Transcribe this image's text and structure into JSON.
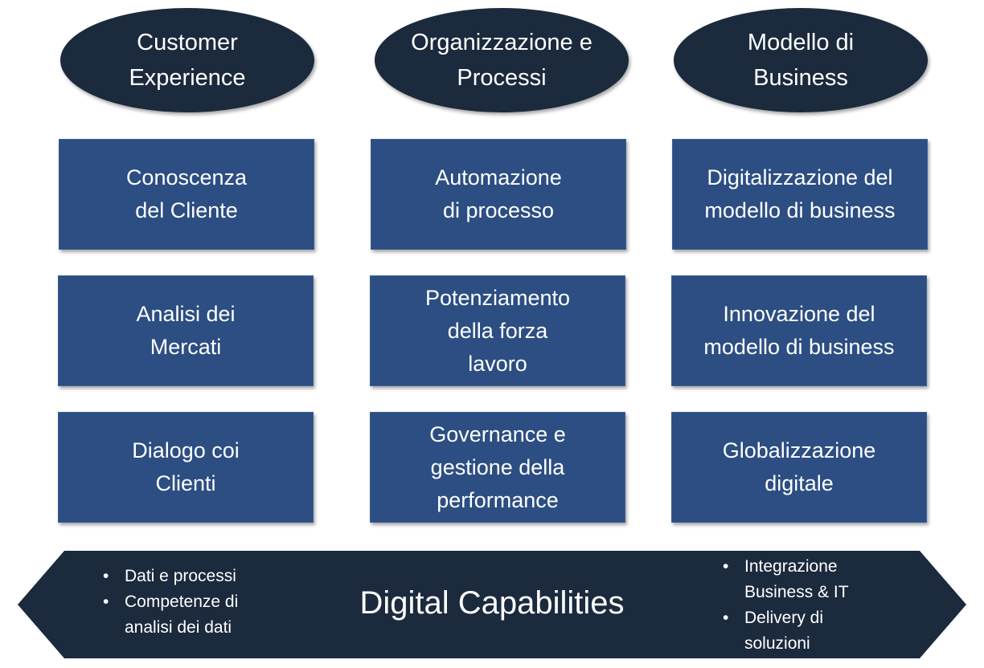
{
  "pillars": [
    {
      "title": "Customer\nExperience",
      "items": [
        "Conoscenza\ndel Cliente",
        "Analisi dei\nMercati",
        "Dialogo coi\nClienti"
      ]
    },
    {
      "title": "Organizzazione e\nProcessi",
      "items": [
        "Automazione\ndi processo",
        "Potenziamento\ndella forza\nlavoro",
        "Governance e\ngestione della\nperformance"
      ]
    },
    {
      "title": "Modello di\nBusiness",
      "items": [
        "Digitalizzazione del\nmodello di business",
        "Innovazione del\nmodello di business",
        "Globalizzazione\ndigitale"
      ]
    }
  ],
  "foundation": {
    "title": "Digital Capabilities",
    "left_bullets": [
      "Dati e processi",
      "Competenze di\nanalisi dei dati"
    ],
    "right_bullets": [
      "Integrazione\nBusiness & IT",
      "Delivery di\nsoluzioni"
    ]
  },
  "colors": {
    "oval": "#1b2a3d",
    "box": "#2c4e82",
    "banner": "#1b2a3d",
    "text": "#ffffff"
  }
}
